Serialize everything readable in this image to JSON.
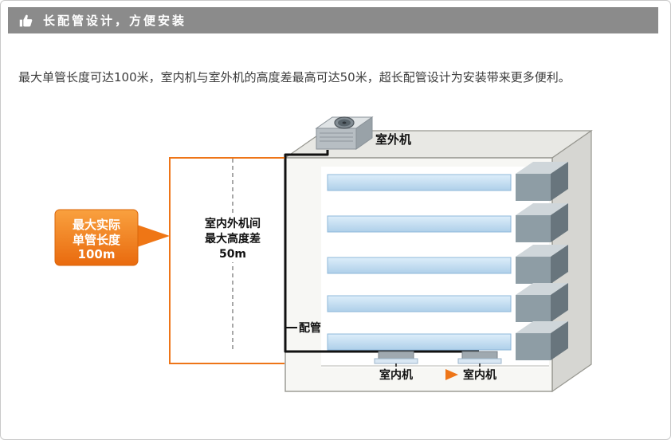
{
  "header": {
    "title": "长配管设计，方便安装"
  },
  "intro": {
    "text": "最大单管长度可达100米，室内机与室外机的高度差最高可达50米，超长配管设计为安装带来更多便利。"
  },
  "diagram": {
    "callout": {
      "line1": "最大实际",
      "line2": "单管长度",
      "line3": "100m"
    },
    "height_note": {
      "line1": "室内外机间",
      "line2": "最大高度差",
      "line3": "50m"
    },
    "outdoor_unit_label": "室外机",
    "pipe_label": "配管",
    "indoor_unit_label_1": "室内机",
    "indoor_unit_label_2": "室内机",
    "colors": {
      "highlight": "#ee7518",
      "pipe": "#111111",
      "header_bar": "#8b8b8b"
    }
  }
}
